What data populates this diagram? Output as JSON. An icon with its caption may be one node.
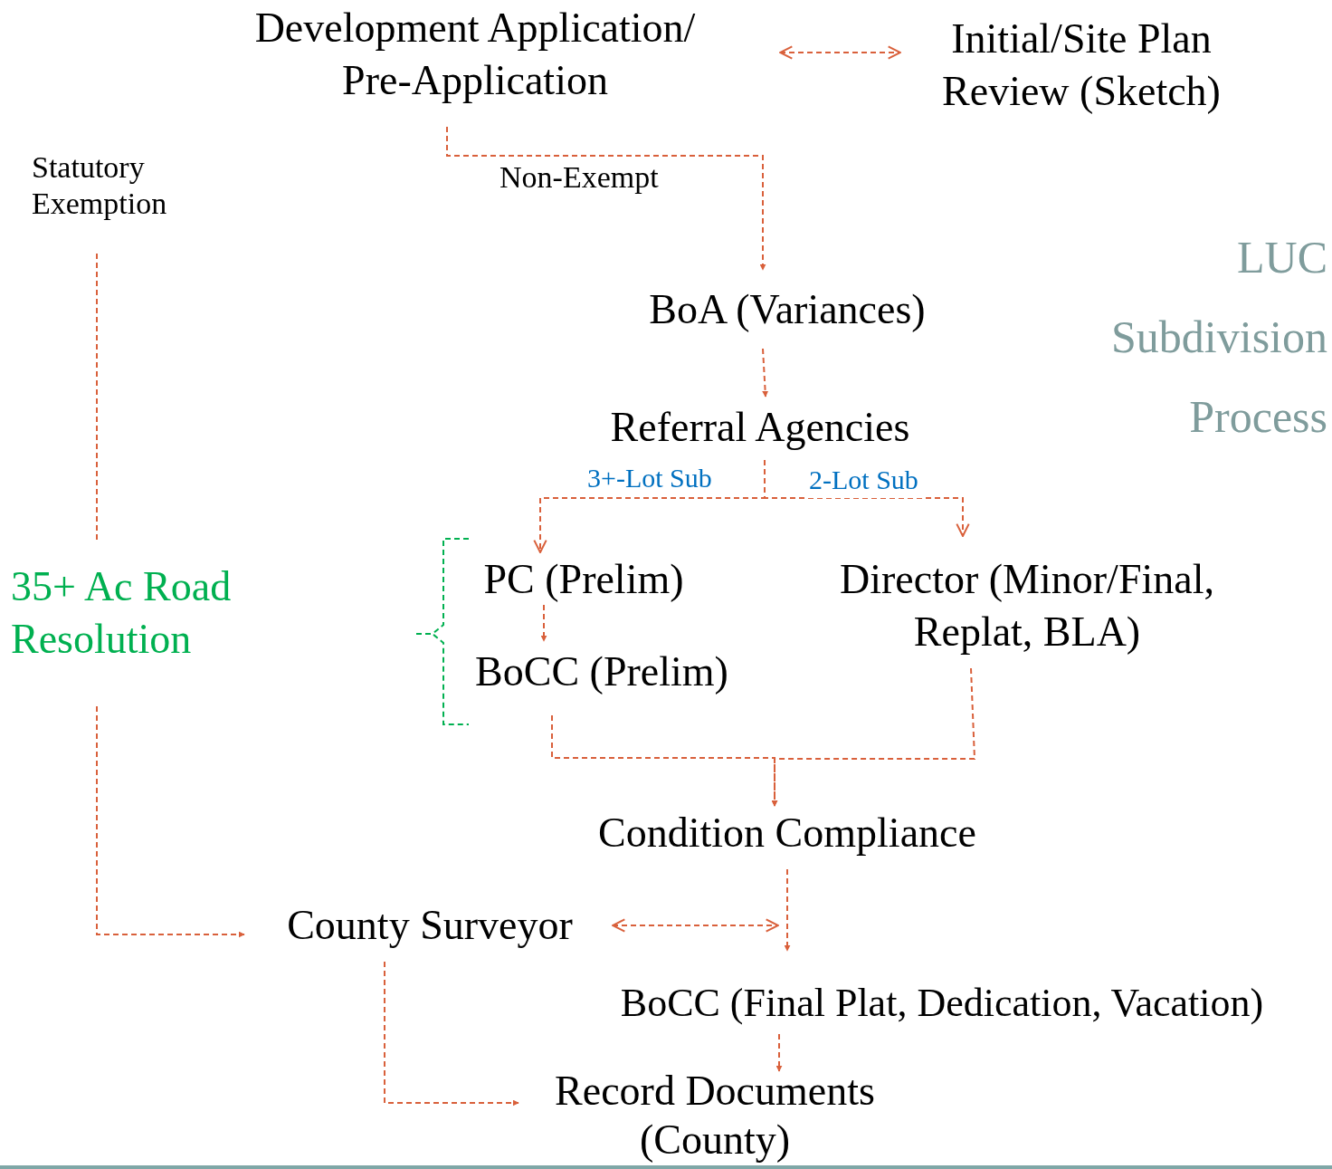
{
  "diagram": {
    "title": "LUC Subdivision Process",
    "nodes": [
      {
        "text": [
          "Development Application/ Pre-Application"
        ]
      },
      {
        "text": [
          "Initial/Site Plan Review (Sketch)"
        ]
      },
      {
        "text": [
          "Statutory Exemption"
        ]
      },
      {
        "text": [
          "BoA (Variances)"
        ]
      },
      {
        "text": [
          "Referral Agencies"
        ]
      },
      {
        "text": [
          "PC (Prelim)"
        ]
      },
      {
        "text": [
          "Director (Minor/Final, Replat, BLA)"
        ]
      },
      {
        "text": [
          "BoCC (Prelim)"
        ]
      },
      {
        "text": [
          "35+ Ac Road Resolution"
        ]
      },
      {
        "text": [
          "Condition Compliance"
        ]
      },
      {
        "text": [
          "County Surveyor"
        ]
      },
      {
        "text": [
          "BoCC (Final Plat, Dedication, Vacation)"
        ]
      },
      {
        "text": [
          "Record Documents (County)"
        ]
      }
    ],
    "edges": [
      {
        "from": 0,
        "to": 1,
        "arrow": "both",
        "style": "dashed"
      },
      {
        "from": 0,
        "to": 3,
        "arrow": "to",
        "label": "Non-Exempt",
        "style": "dashed"
      },
      {
        "from": 3,
        "to": 4,
        "arrow": "to",
        "style": "dashed"
      },
      {
        "from": 4,
        "to": 5,
        "arrow": "to",
        "label": "3+-Lot Sub",
        "style": "dashed"
      },
      {
        "from": 4,
        "to": 6,
        "arrow": "to",
        "label": "2-Lot Sub",
        "style": "dashed"
      },
      {
        "from": 5,
        "to": 7,
        "arrow": "to",
        "style": "dashed"
      },
      {
        "from": 7,
        "to": 9,
        "arrow": "to",
        "style": "dashed"
      },
      {
        "from": 6,
        "to": 9,
        "arrow": "to",
        "style": "dashed"
      },
      {
        "from": 2,
        "to": 8,
        "arrow": "none",
        "style": "dashed"
      },
      {
        "from": 8,
        "to": 10,
        "arrow": "to",
        "style": "dashed"
      },
      {
        "from": 10,
        "to": 11,
        "arrow": "both",
        "style": "dashed"
      },
      {
        "from": 9,
        "to": 11,
        "arrow": "to",
        "style": "dashed"
      },
      {
        "from": 11,
        "to": 12,
        "arrow": "to",
        "style": "dashed"
      },
      {
        "from": 10,
        "to": 12,
        "arrow": "to",
        "style": "dashed"
      }
    ]
  }
}
